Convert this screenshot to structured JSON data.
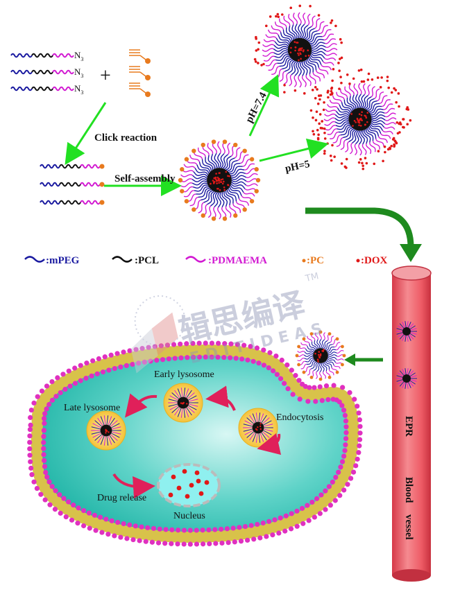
{
  "reagents": {
    "azide_label": "N",
    "azide_sub": "3",
    "plus": "+"
  },
  "steps": {
    "click": "Click reaction",
    "self_assembly": "Self-assembly",
    "ph_neutral": "pH=7.4",
    "ph_acid": "pH=5"
  },
  "legend": {
    "mpeg": ":mPEG",
    "pcl": ":PCL",
    "pdmaema": ":PDMAEMA",
    "pc": ":PC",
    "dox": ":DOX"
  },
  "watermark": {
    "cn": "辑思编译",
    "en": "EDITIDEAS",
    "tm": "TM"
  },
  "cell": {
    "early_lysosome": "Early lysosome",
    "late_lysosome": "Late lysosome",
    "endocytosis": "Endocytosis",
    "drug_release": "Drug release",
    "nucleus": "Nucleus"
  },
  "vessel": {
    "epr": "EPR",
    "blood": "Blood",
    "vessel": "vessel"
  },
  "colors": {
    "mpeg": "#1a1aa0",
    "pcl": "#111111",
    "pdmaema": "#d21ad2",
    "pc": "#e87a1e",
    "dox": "#e01818",
    "arrow_green": "#22e022",
    "arrow_dark_green": "#1e8a1e",
    "vessel": "#f06a72",
    "cytoplasm": "#2ec4b6",
    "membrane_head": "#e030c0"
  }
}
